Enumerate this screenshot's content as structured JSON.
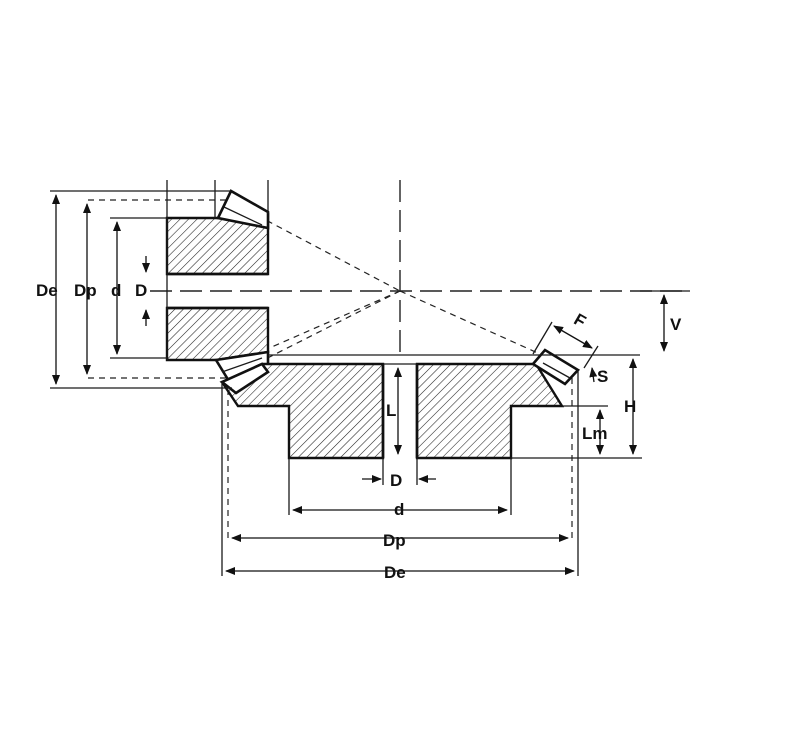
{
  "labels": {
    "pinion_outside_diameter": "De",
    "pinion_pitch_diameter": "Dp",
    "pinion_hub_diameter": "d",
    "pinion_bore": "D",
    "gear_bore": "D",
    "gear_hub_diameter": "d",
    "gear_pitch_diameter": "Dp",
    "gear_outside_diameter": "De",
    "bore_length": "L",
    "mounting_length": "Lm",
    "height": "H",
    "apex_offset": "V",
    "face_width": "F",
    "offset_s": "S"
  },
  "colors": {
    "line": "#111111",
    "background": "#ffffff"
  }
}
